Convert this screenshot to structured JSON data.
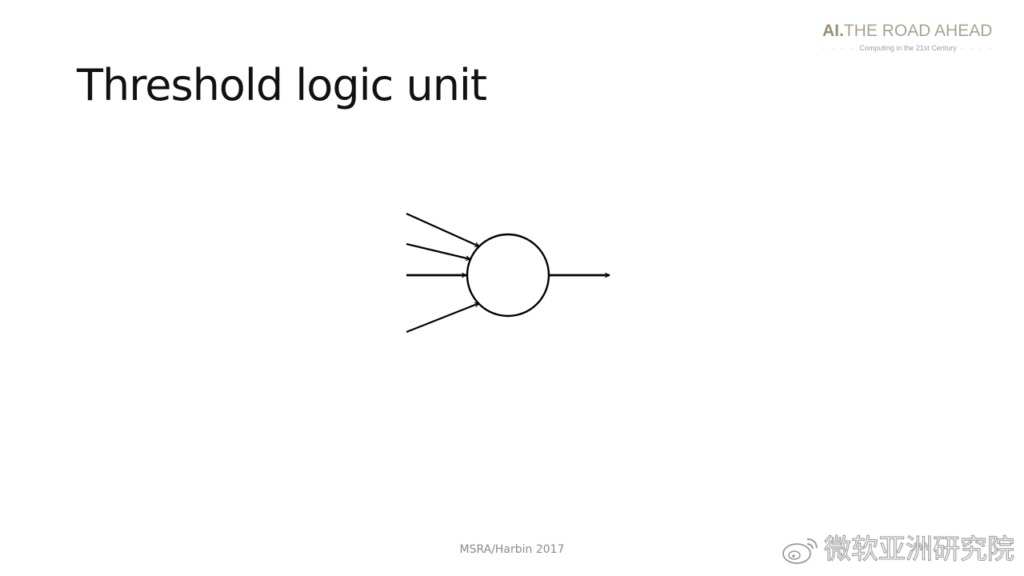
{
  "slide": {
    "title": "Threshold logic unit",
    "footer": "MSRA/Harbin 2017"
  },
  "logo": {
    "main_ai": "AI.",
    "main_rest": "THE ROAD AHEAD",
    "subtitle": "Computing in the 21st Century"
  },
  "watermark": {
    "text": "微软亚洲研究院",
    "icon": "weibo-icon"
  },
  "diagram": {
    "node": "threshold-logic-unit",
    "input_count": 4,
    "output_count": 1
  }
}
